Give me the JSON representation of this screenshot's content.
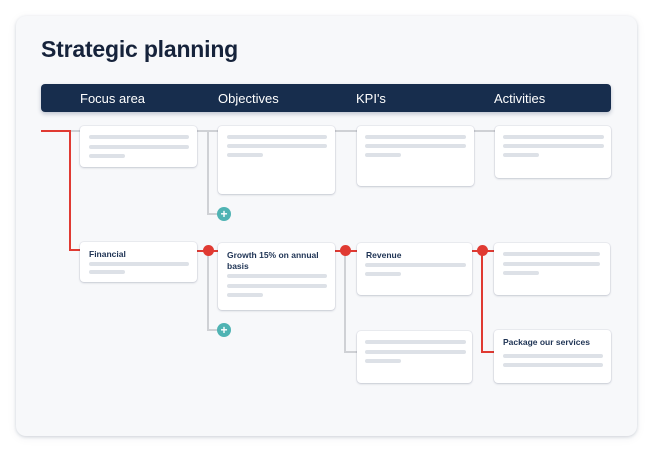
{
  "title": "Strategic planning",
  "header": {
    "columns": [
      "Focus area",
      "Objectives",
      "KPI's",
      "Activities"
    ]
  },
  "cards": {
    "focus_1": {
      "title": ""
    },
    "focus_financial": {
      "title": "Financial"
    },
    "objective_1": {
      "title": ""
    },
    "objective_growth": {
      "title": "Growth 15% on annual basis"
    },
    "kpi_1": {
      "title": ""
    },
    "kpi_revenue": {
      "title": "Revenue"
    },
    "kpi_3": {
      "title": ""
    },
    "activity_1": {
      "title": ""
    },
    "activity_2": {
      "title": ""
    },
    "activity_package": {
      "title": "Package our services"
    }
  },
  "icons": {
    "add": "+"
  },
  "colors": {
    "header_bg": "#172d4d",
    "active_path": "#e03a32",
    "inactive_path": "#cfd1d5",
    "add_button": "#4fb3b3",
    "panel_bg": "#f7f8fa"
  }
}
